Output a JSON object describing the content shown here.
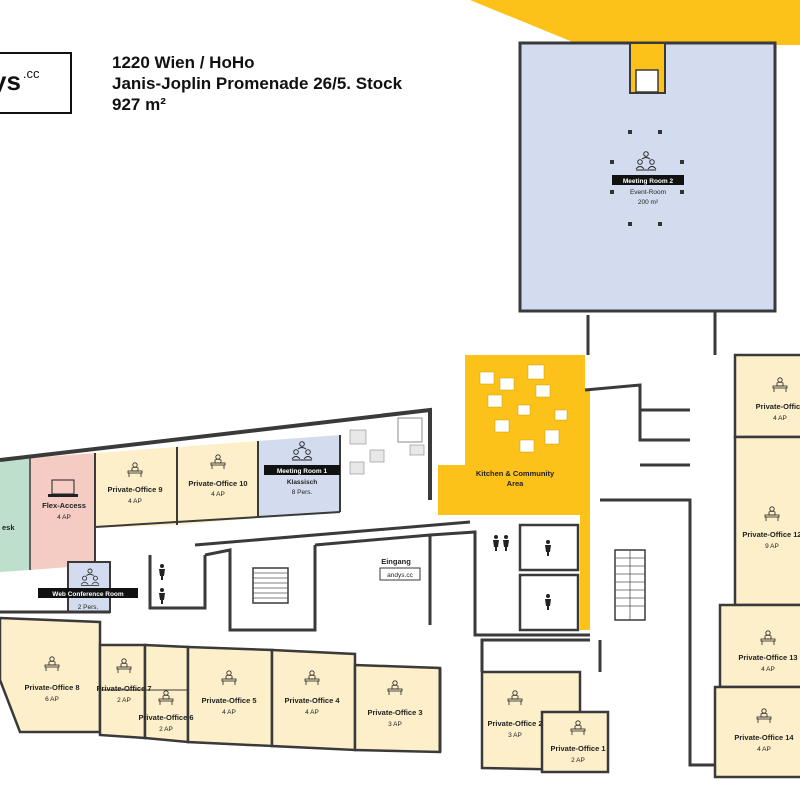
{
  "logo": {
    "text": "ys",
    "suffix": ".cc"
  },
  "header": {
    "line1": "1220 Wien / HoHo",
    "line2": "Janis-Joplin Promenade 26/5. Stock",
    "line3": "927 m²"
  },
  "colors": {
    "meeting": "#d3dcee",
    "office": "#fcefc9",
    "kitchen": "#fcc21a",
    "flex_access": "#f4ccc4",
    "flex_desk": "#bedfcb",
    "wall": "#3a3a3a",
    "accent_corner": "#fcc21a"
  },
  "rooms": {
    "meeting2": {
      "name": "Meeting Room 2",
      "sub1": "Event-Room",
      "sub2": "200 m²"
    },
    "meeting1": {
      "name": "Meeting Room 1",
      "sub1": "Klassisch",
      "sub2": "8 Pers."
    },
    "web_conf": {
      "name": "Web Conference Room",
      "sub1": "2 Pers."
    },
    "flex_access": {
      "name": "Flex-Access",
      "sub1": "4 AP"
    },
    "flex_desk": {
      "name": "esk"
    },
    "kitchen": {
      "name": "Kitchen & Community",
      "sub1": "Area"
    },
    "entrance": {
      "name": "Eingang",
      "sub1": "andys.cc"
    },
    "po9": {
      "name": "Private-Office 9",
      "sub1": "4 AP"
    },
    "po10": {
      "name": "Private-Office 10",
      "sub1": "4 AP"
    },
    "po8": {
      "name": "Private-Office 8",
      "sub1": "6 AP"
    },
    "po7": {
      "name": "Private-Office 7",
      "sub1": "2 AP"
    },
    "po6": {
      "name": "Private-Office 6",
      "sub1": "2 AP"
    },
    "po5": {
      "name": "Private-Office 5",
      "sub1": "4 AP"
    },
    "po4": {
      "name": "Private-Office 4",
      "sub1": "4 AP"
    },
    "po3": {
      "name": "Private-Office 3",
      "sub1": "3 AP"
    },
    "po2": {
      "name": "Private-Office 2",
      "sub1": "3 AP"
    },
    "po1": {
      "name": "Private-Office 1",
      "sub1": "2 AP"
    },
    "po11": {
      "name": "Private-Office",
      "sub1": "4 AP"
    },
    "po12": {
      "name": "Private-Office 12",
      "sub1": "9 AP"
    },
    "po13": {
      "name": "Private-Office 13",
      "sub1": "4 AP"
    },
    "po14": {
      "name": "Private-Office 14",
      "sub1": "4 AP"
    }
  },
  "icons": {
    "desk": "desk-icon",
    "group": "meeting-group-icon",
    "laptop": "laptop-icon",
    "person_wc": "restroom-icon",
    "stairs": "stairs-icon"
  }
}
